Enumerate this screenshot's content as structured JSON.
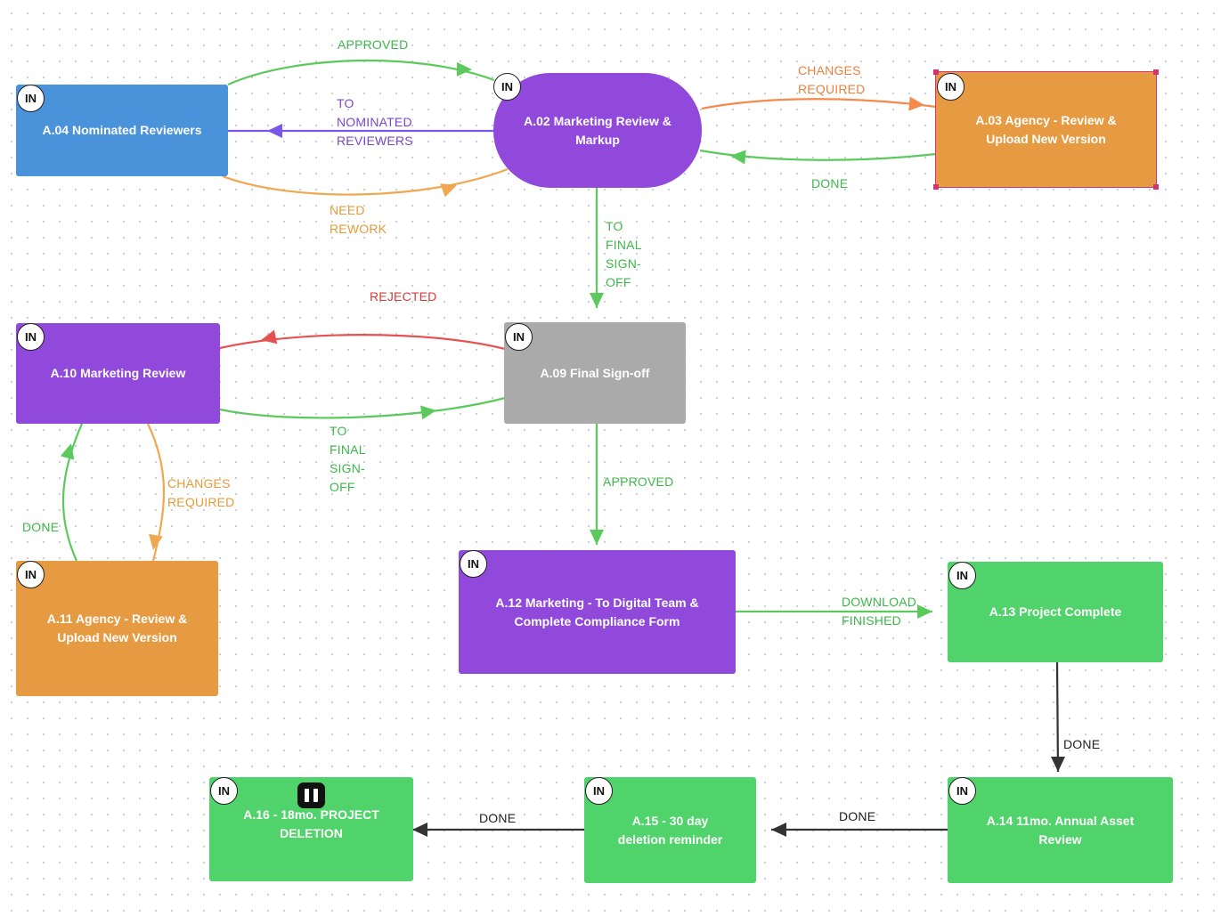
{
  "badge_text": "IN",
  "colors": {
    "green": "#50d36a",
    "purple": "#9149dc",
    "blue": "#4a92d9",
    "orange": "#e69b42",
    "grey": "#aaaaaa",
    "edge_green": "#5cc95c",
    "edge_orange": "#f58a4c",
    "edge_light_orange": "#f0a850",
    "edge_purple": "#7b57e8",
    "edge_red": "#e45252",
    "edge_dark": "#333333",
    "selection": "#d43270"
  },
  "nodes": [
    {
      "id": "a04",
      "label": "A.04 Nominated Reviewers"
    },
    {
      "id": "a02",
      "label": "A.02 Marketing Review & Markup"
    },
    {
      "id": "a03",
      "label": "A.03 Agency - Review & Upload New Version"
    },
    {
      "id": "a10",
      "label": "A.10 Marketing Review"
    },
    {
      "id": "a09",
      "label": "A.09 Final Sign-off"
    },
    {
      "id": "a11",
      "label": "A.11 Agency - Review & Upload New Version"
    },
    {
      "id": "a12",
      "label": "A.12 Marketing - To Digital Team & Complete Compliance Form"
    },
    {
      "id": "a13",
      "label": "A.13 Project Complete"
    },
    {
      "id": "a14",
      "label": "A.14 11mo. Annual Asset Review"
    },
    {
      "id": "a15",
      "label": "A.15 - 30 day deletion reminder"
    },
    {
      "id": "a16",
      "label": "A.16 - 18mo. PROJECT DELETION",
      "status_icon": "pause-icon"
    }
  ],
  "edges": [
    {
      "id": "e1",
      "from": "A.04 Nominated Reviewers",
      "to": "A.02 Marketing Review & Markup",
      "label": "APPROVED"
    },
    {
      "id": "e2",
      "from": "A.02 Marketing Review & Markup",
      "to": "A.04 Nominated Reviewers",
      "label": "TO\nNOMINATED\nREVIEWERS"
    },
    {
      "id": "e3",
      "from": "A.04 Nominated Reviewers",
      "to": "A.02 Marketing Review & Markup",
      "label": "NEED\nREWORK"
    },
    {
      "id": "e4",
      "from": "A.02 Marketing Review & Markup",
      "to": "A.03 Agency - Review & Upload New Version",
      "label": "CHANGES\nREQUIRED"
    },
    {
      "id": "e5",
      "from": "A.03 Agency - Review & Upload New Version",
      "to": "A.02 Marketing Review & Markup",
      "label": "DONE"
    },
    {
      "id": "e6",
      "from": "A.02 Marketing Review & Markup",
      "to": "A.09 Final Sign-off",
      "label": "TO\nFINAL\nSIGN-\nOFF"
    },
    {
      "id": "e7",
      "from": "A.09 Final Sign-off",
      "to": "A.10 Marketing Review",
      "label": "REJECTED"
    },
    {
      "id": "e8",
      "from": "A.10 Marketing Review",
      "to": "A.09 Final Sign-off",
      "label": "TO\nFINAL\nSIGN-\nOFF"
    },
    {
      "id": "e9",
      "from": "A.10 Marketing Review",
      "to": "A.11 Agency - Review & Upload New Version",
      "label": "CHANGES\nREQUIRED"
    },
    {
      "id": "e10",
      "from": "A.11 Agency - Review & Upload New Version",
      "to": "A.10 Marketing Review",
      "label": "DONE"
    },
    {
      "id": "e11",
      "from": "A.09 Final Sign-off",
      "to": "A.12 Marketing - To Digital Team & Complete Compliance Form",
      "label": "APPROVED"
    },
    {
      "id": "e12",
      "from": "A.12 Marketing - To Digital Team & Complete Compliance Form",
      "to": "A.13 Project Complete",
      "label": "DOWNLOAD\nFINISHED"
    },
    {
      "id": "e13",
      "from": "A.13 Project Complete",
      "to": "A.14 11mo. Annual Asset Review",
      "label": "DONE"
    },
    {
      "id": "e14",
      "from": "A.14 11mo. Annual Asset Review",
      "to": "A.15 - 30 day deletion reminder",
      "label": "DONE"
    },
    {
      "id": "e15",
      "from": "A.15 - 30 day deletion reminder",
      "to": "A.16 - 18mo. PROJECT DELETION",
      "label": "DONE"
    }
  ]
}
